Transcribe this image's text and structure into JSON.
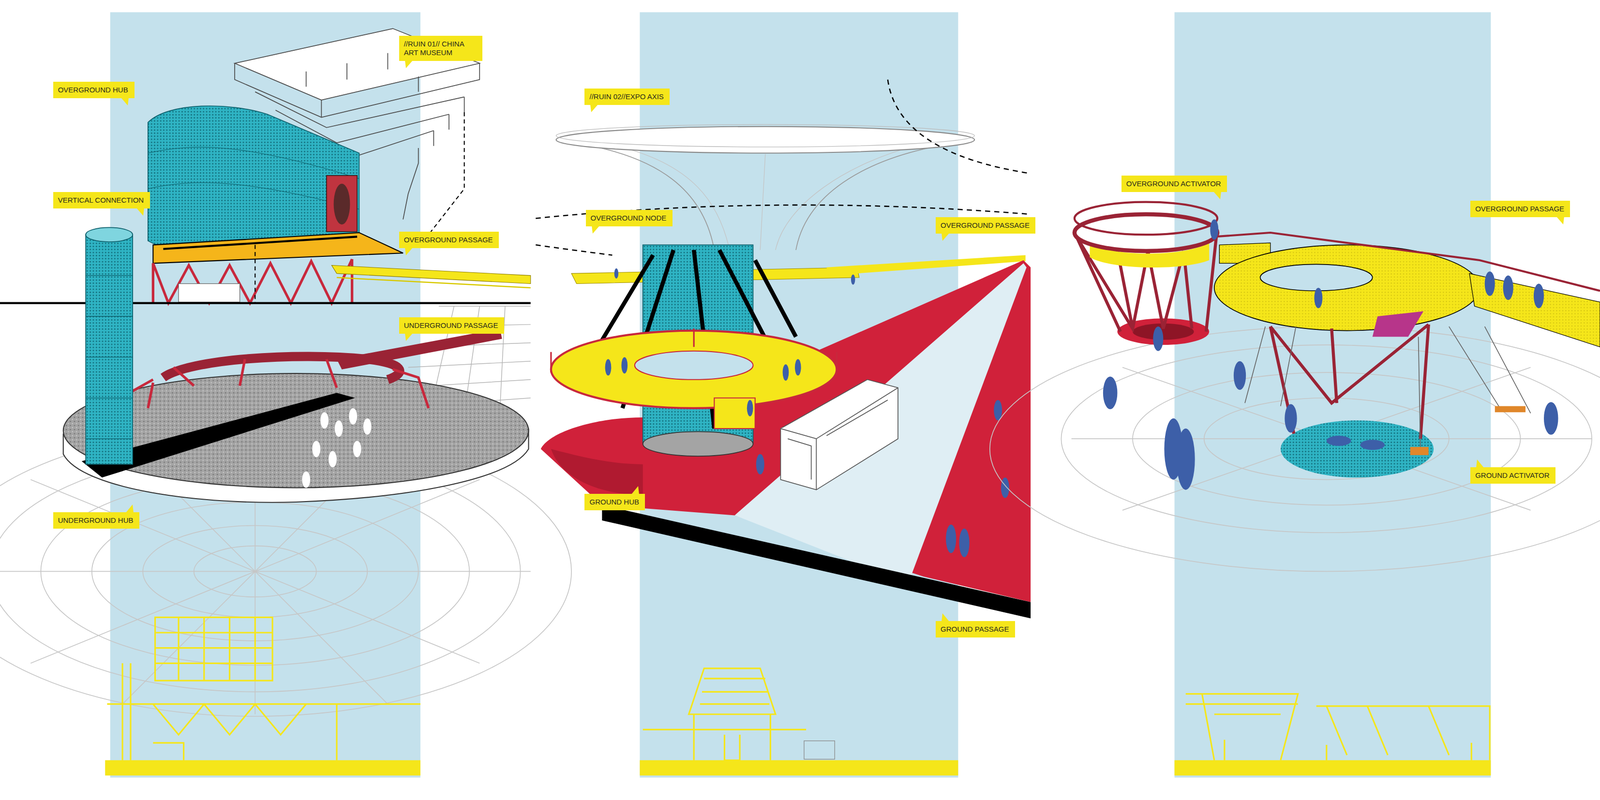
{
  "diagram": {
    "nodes": [
      {
        "text": [
          "//RUIN 01// CHINA ART MUSEUM"
        ]
      },
      {
        "text": [
          "OVERGROUND HUB"
        ]
      },
      {
        "text": [
          "VERTICAL CONNECTION"
        ]
      },
      {
        "text": [
          "OVERGROUND PASSAGE"
        ]
      },
      {
        "text": [
          "UNDERGROUND PASSAGE"
        ]
      },
      {
        "text": [
          "UNDERGROUND HUB"
        ]
      },
      {
        "text": [
          "//RUIN 02//EXPO AXIS"
        ]
      },
      {
        "text": [
          "OVERGROUND NODE"
        ]
      },
      {
        "text": [
          "OVERGROUND PASSAGE"
        ]
      },
      {
        "text": [
          "GROUND HUB"
        ]
      },
      {
        "text": [
          "GROUND PASSAGE"
        ]
      },
      {
        "text": [
          "OVERGROUND ACTIVATOR"
        ]
      },
      {
        "text": [
          "OVERGROUND PASSAGE"
        ]
      },
      {
        "text": [
          "GROUND ACTIVATOR"
        ]
      }
    ]
  }
}
